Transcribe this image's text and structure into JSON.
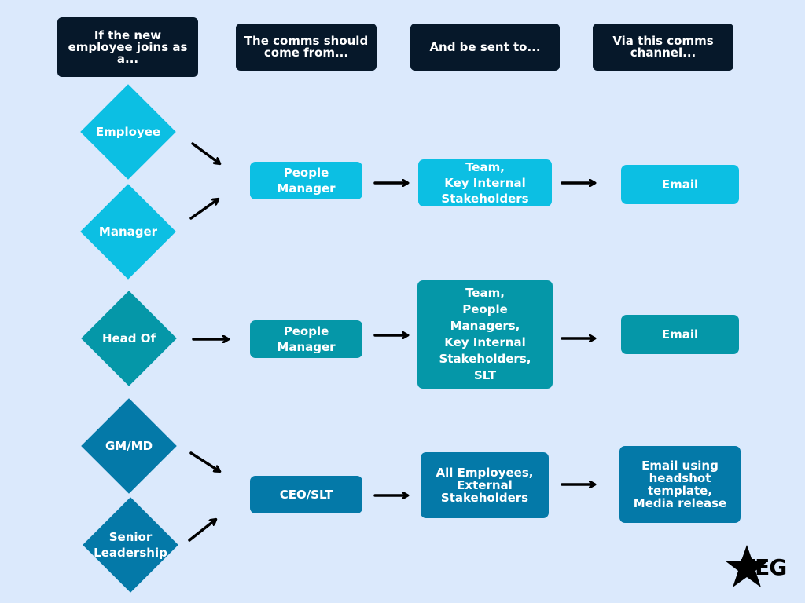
{
  "headers": {
    "col1": [
      "If the new",
      "employee joins as",
      "a..."
    ],
    "col2": [
      "The comms should",
      "come from..."
    ],
    "col3": "And be sent to...",
    "col4": [
      "Via this comms",
      "channel..."
    ]
  },
  "rows": [
    {
      "joiners": [
        "Employee",
        "Manager"
      ],
      "from": "People Manager",
      "sent_to": [
        "Team,",
        "Key Internal",
        "Stakeholders"
      ],
      "channel": [
        "Email"
      ],
      "color": "#0cbfe3"
    },
    {
      "joiners": [
        "Head Of"
      ],
      "from": "People Manager",
      "sent_to": [
        "Team,",
        "People",
        "Managers,",
        "Key Internal",
        "Stakeholders,",
        "SLT"
      ],
      "channel": [
        "Email"
      ],
      "color": "#0597a8"
    },
    {
      "joiners": [
        "GM/MD",
        "Senior Leadership"
      ],
      "joiner_lines_senior": [
        "Senior",
        "Leadership"
      ],
      "from": "CEO/SLT",
      "sent_to": [
        "All Employees,",
        "External",
        "Stakeholders"
      ],
      "channel": [
        "Email using",
        "headshot",
        "template,",
        "Media release"
      ],
      "color": "#0479a8"
    }
  ],
  "logo": {
    "text": "TEG",
    "icon": "star-icon"
  },
  "colors": {
    "background": "#dbe9fc",
    "header": "#06182a"
  }
}
